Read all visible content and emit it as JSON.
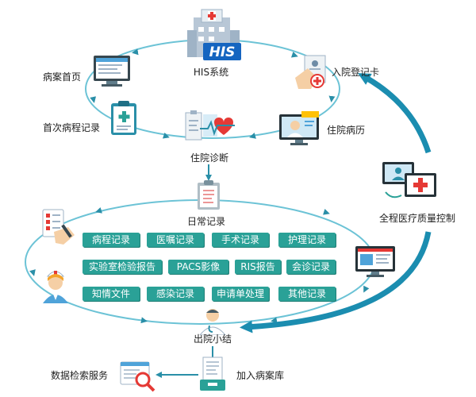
{
  "nodes": {
    "his": "HIS系统",
    "admission_card": "入院登记卡",
    "case_home": "病案首页",
    "inpatient_history": "住院病历",
    "first_course": "首次病程记录",
    "diagnosis": "住院诊断",
    "daily_record": "日常记录",
    "quality_control": "全程医疗质量控制",
    "discharge_summary": "出院小结",
    "data_search": "数据检索服务",
    "add_archive": "加入病案库"
  },
  "record_tags": [
    [
      "病程记录",
      "医嘱记录",
      "手术记录",
      "护理记录"
    ],
    [
      "实验室检验报告",
      "PACS影像",
      "RIS报告",
      "会诊记录"
    ],
    [
      "知情文件",
      "感染记录",
      "申请单处理",
      "其他记录"
    ]
  ],
  "his_logo_text": "HIS",
  "colors": {
    "teal": "#2aa197",
    "arrow": "#2a8fa8",
    "big_arrow": "#1b8db0",
    "cross": "#e53935"
  }
}
